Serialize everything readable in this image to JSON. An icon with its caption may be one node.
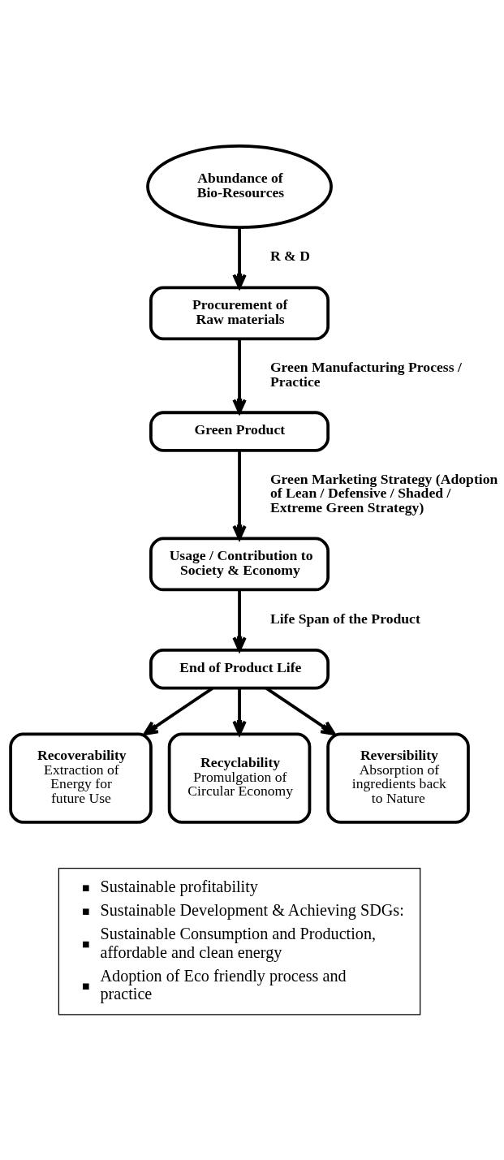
{
  "diagram": {
    "nodes": [
      {
        "text": [
          "Abundance of Bio-Resources"
        ]
      },
      {
        "text": [
          "Procurement of Raw materials"
        ]
      },
      {
        "text": [
          "Green Product"
        ]
      },
      {
        "text": [
          "Usage / Contribution to Society & Economy"
        ]
      },
      {
        "text": [
          "End of Product Life"
        ]
      },
      {
        "text": [
          "Recoverability",
          "Extraction of Energy for future Use"
        ]
      },
      {
        "text": [
          "Recyclability",
          "Promulgation of Circular Economy"
        ]
      },
      {
        "text": [
          "Reversibility",
          "Absorption of ingredients back to Nature"
        ]
      },
      {
        "text": [
          "Sustainable profitability",
          "Sustainable Development & Achieving SDGs:",
          "Sustainable Consumption and Production, affordable and clean energy",
          "Adoption of Eco friendly process and practice"
        ]
      }
    ],
    "edges": [
      {
        "from": 0,
        "to": 1,
        "arrow": "to",
        "label": "R & D"
      },
      {
        "from": 1,
        "to": 2,
        "arrow": "to",
        "label": "Green Manufacturing Process / Practice"
      },
      {
        "from": 2,
        "to": 3,
        "arrow": "to",
        "label": "Green Marketing Strategy (Adoption of Lean / Defensive / Shaded / Extreme Green Strategy)"
      },
      {
        "from": 3,
        "to": 4,
        "arrow": "to",
        "label": "Life Span of the Product"
      },
      {
        "from": 4,
        "to": 5,
        "arrow": "to"
      },
      {
        "from": 4,
        "to": 6,
        "arrow": "to"
      },
      {
        "from": 4,
        "to": 7,
        "arrow": "to"
      }
    ]
  }
}
